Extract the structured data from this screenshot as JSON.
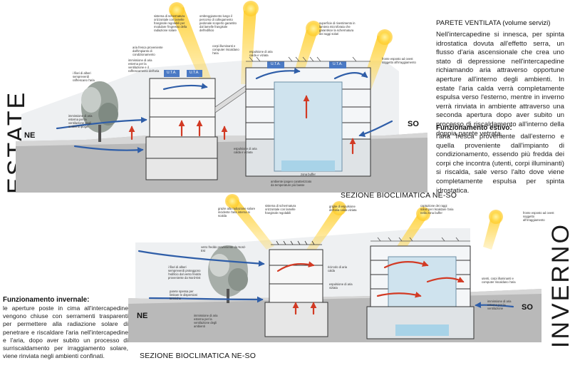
{
  "seasons": {
    "summer": "ESTATE",
    "winter": "INVERNO"
  },
  "section_titles": {
    "summer": "SEZIONE BIOCLIMATICA NE-SO",
    "winter": "SEZIONE BIOCLIMATICA NE-SO"
  },
  "orientation": {
    "ne": "NE",
    "so": "SO"
  },
  "uta_label": "U.T.A.",
  "text": {
    "ventilated_heading": "PARETE VENTILATA (volume servizi)",
    "ventilated_body": "Nell'intercapedine si innesca, per spinta idrostatica dovuta all'effetto serra, un flusso d'aria ascensionale che crea uno stato di depressione nell'intercapedine richiamando aria attraverso opportune aperture all'interno degli ambienti. In estate l'aria calda verrà completamente espulsa verso l'esterno, mentre in inverno verrà rinviata in ambiente attraverso una seconda apertura dopo aver subito un processo di riscaldamento all'interno della doppia parete vetrata.",
    "summer_heading": "Funzionamento estivo:",
    "summer_body": "l'aria fresca proveniente dall'esterno e quella proveniente dall'impianto di condizionamento, essendo più fredda dei corpi che incontra (utenti, corpi illuminanti) si riscalda, sale verso l'alto dove viene completamente espulsa per spinta idrostatica.",
    "winter_heading": "Funzionamento invernale:",
    "winter_body": "le aperture poste in cima all'intercapedine vengono chiuse con serramenti trasparenti per permettere alla radiazione solare di penetrare e riscaldare l'aria nell'intercapedine e l'aria, dopo aver subito un processo di surriscaldamento per irraggiamento solare, viene rinviata negli ambienti confinati."
  },
  "annotations": {
    "summer": [
      "sistema di schermatura orizzontale con lamelle frangisole regolabili per modulare l'ingresso della radiazione solare",
      "ombreggiamento lungo il percorso di collegamento pedonale scoperto garantito dal lamelle frangisole dell'edificio",
      "superficie di rivestimento in lamiera microforata che garantisce la schermatura dei raggi solari",
      "aria fresca proveniente dall'impianto di condizionamento",
      "immissione di aria esterna per la ventilazione e il raffrescamento dell'aria",
      "i filari di alberi sempreverdi raffrescano l'aria",
      "corpi illuminanti e computer riscaldano l'aria",
      "espulsione di aria calda e viziata",
      "fronte esposto ad ovest soggetto all'irraggiamento",
      "immissione di aria esterna per la ventilazione degli ambienti ipogei",
      "espulsione di aria calda e viziata",
      "zona buffer",
      "ambiente ipogeo caratterizzato da temperature più basse"
    ],
    "winter": [
      "grazie alla radiazione solare incidente l'aria interna si scalda",
      "sistema di schermatura orizzontale con lamelle frangisole regolabili",
      "griglie di espulsione dell'aria calda viziata",
      "captazione dei raggi solari per riscaldare l'aria nella zona buffer",
      "vetro freddo proveniente da Nord-Est",
      "i filari di alberi sempreverdi proteggono l'edificio dal vento freddo proveniente da Nord-Est",
      "parete spessa per limitare le dispersioni termiche",
      "ricircolo di aria calda",
      "espulsione di aria viziata",
      "utenti, corpi illuminanti e computer riscaldano l'aria",
      "fronte esposto ad ovest soggetto all'irraggiamento",
      "immissione di aria esterna per la ventilazione",
      "immissione di aria esterna per la ventilazione degli ambienti"
    ]
  }
}
